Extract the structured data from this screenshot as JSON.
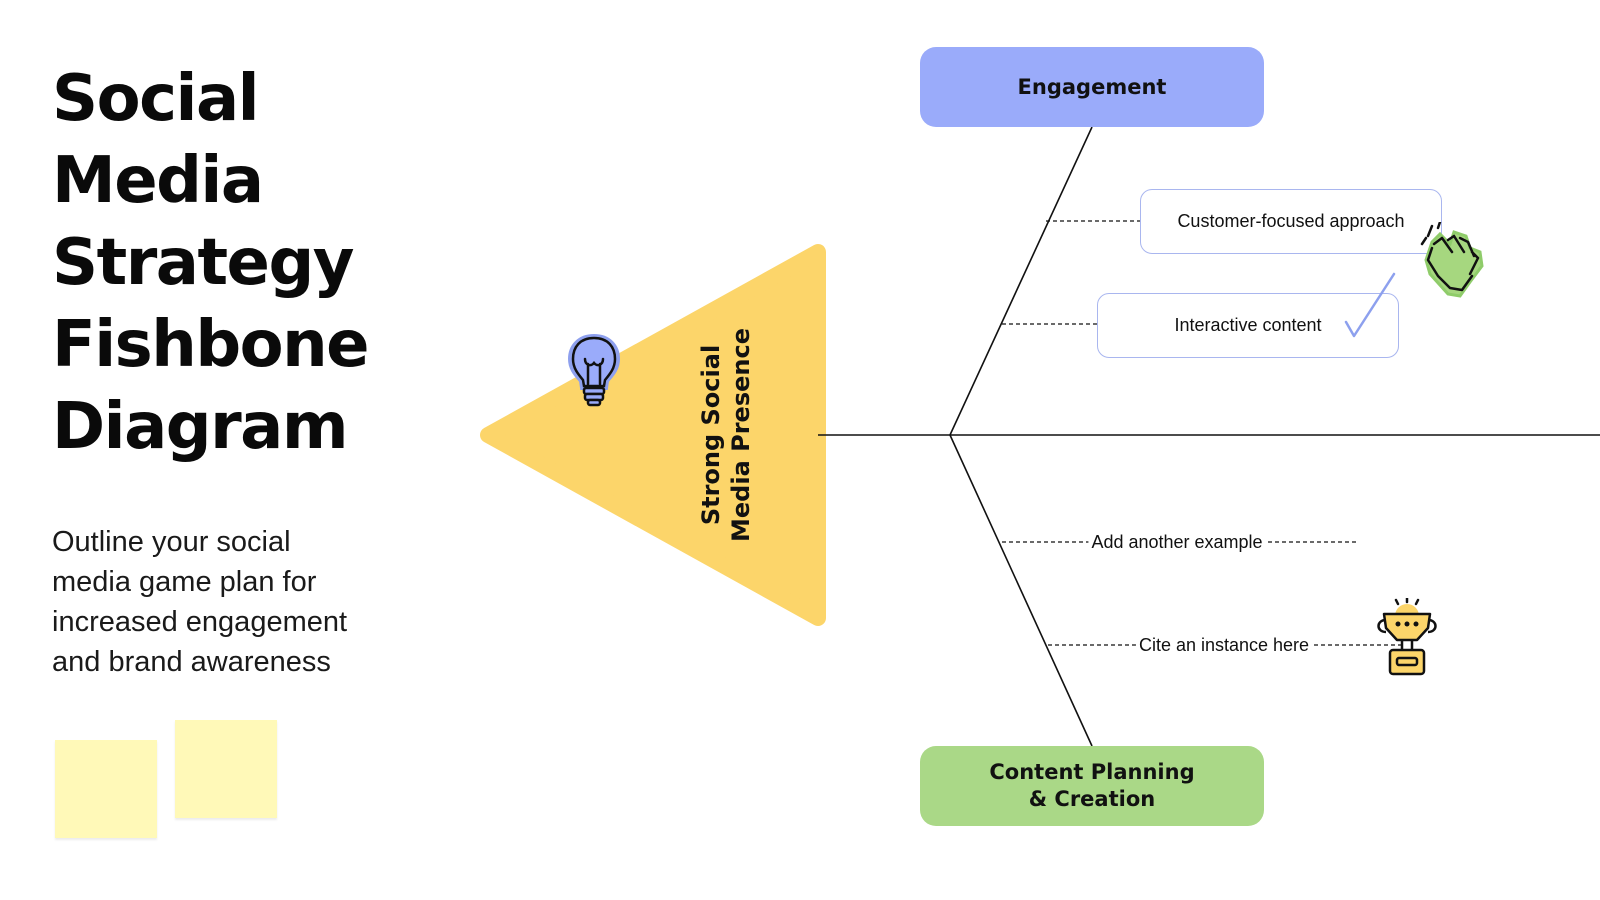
{
  "title": {
    "lines": [
      "Social",
      "Media",
      "Strategy",
      "Fishbone",
      "Diagram"
    ]
  },
  "description": {
    "lines": [
      "Outline your social",
      "media game plan for",
      "increased engagement",
      "and brand awareness"
    ]
  },
  "head": {
    "lines": [
      "Strong Social",
      "Media Presence"
    ],
    "color": "#fcd56a"
  },
  "categories": {
    "top": {
      "label": "Engagement",
      "color": "#9aabfa"
    },
    "bottom": {
      "lines": [
        "Content Planning",
        "& Creation"
      ],
      "color": "#aad887"
    }
  },
  "causes": [
    {
      "text": "Customer-focused approach"
    },
    {
      "text": "Interactive content"
    },
    {
      "text": "Add another example"
    },
    {
      "text": "Cite an instance here"
    }
  ],
  "icons": [
    "lightbulb-icon",
    "glove-icon",
    "checkmark-icon",
    "trophy-icon"
  ]
}
